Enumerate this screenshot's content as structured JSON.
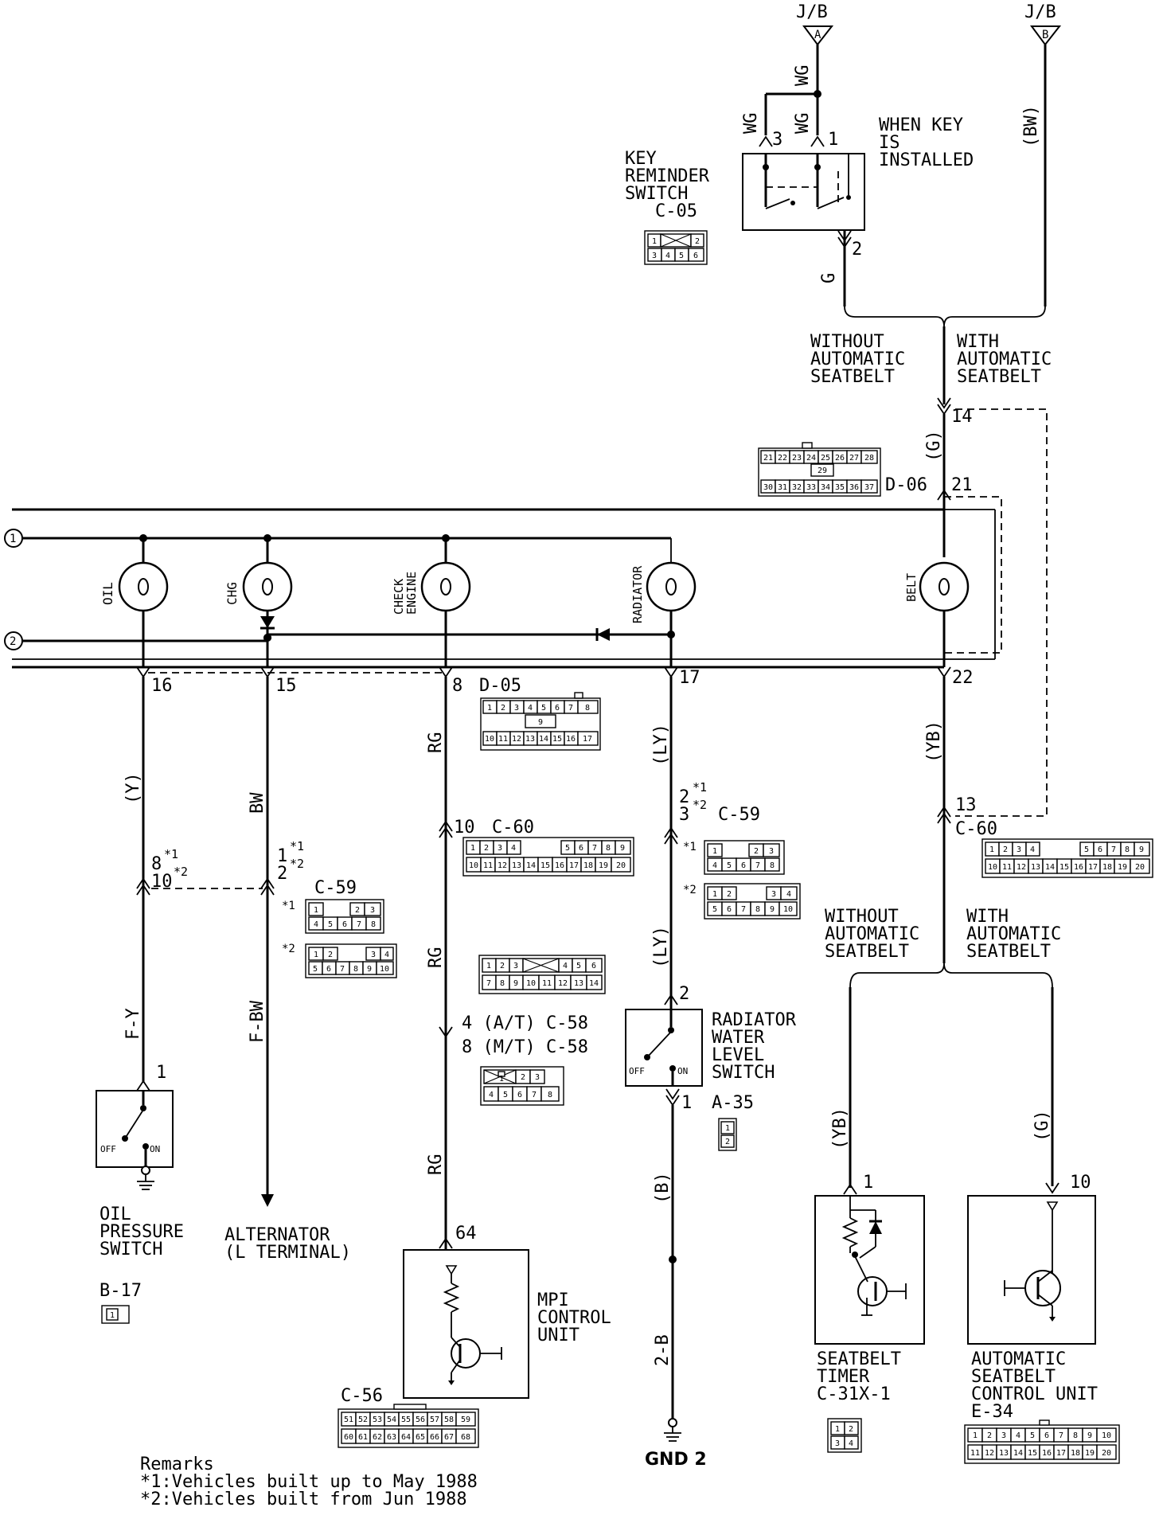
{
  "jb": {
    "label": "J/B",
    "terminal_a": "A",
    "terminal_b": "B"
  },
  "wires": {
    "wg": "WG",
    "bw_paren": "(BW)",
    "g": "G",
    "g_paren": "(G)",
    "y_paren": "(Y)",
    "bw": "BW",
    "rg": "RG",
    "ly_paren": "(LY)",
    "yb_paren": "(YB)",
    "fy": "F-Y",
    "fbw": "F-BW",
    "b_paren": "(B)",
    "two_b": "2-B"
  },
  "key_switch": {
    "title": [
      "KEY",
      "REMINDER",
      "SWITCH"
    ],
    "code": "C-05",
    "pin3": "3",
    "pin1": "1",
    "pin2": "2",
    "note": [
      "WHEN KEY",
      "IS",
      "INSTALLED"
    ],
    "connector": [
      "1",
      "2",
      "3",
      "4",
      "5",
      "6"
    ]
  },
  "branch_top": {
    "without": [
      "WITHOUT",
      "AUTOMATIC",
      "SEATBELT"
    ],
    "with": [
      "WITH",
      "AUTOMATIC",
      "SEATBELT"
    ]
  },
  "combination_meter": {
    "pin14": "14",
    "pin21": "21",
    "d06": "D-06",
    "d06_top": [
      "21",
      "22",
      "23",
      "24",
      "25",
      "26",
      "27",
      "28"
    ],
    "d06_mid": "29",
    "d06_bottom": [
      "30",
      "31",
      "32",
      "33",
      "34",
      "35",
      "36",
      "37"
    ],
    "bus1": "1",
    "bus2": "2",
    "lamps": {
      "oil": "OIL",
      "chg": "CHG",
      "check": [
        "CHECK",
        "ENGINE"
      ],
      "radiator": "RADIATOR",
      "belt": "BELT"
    },
    "pins": {
      "p16": "16",
      "p15": "15",
      "p8": "8",
      "p17": "17",
      "p22": "22"
    },
    "d05": "D-05",
    "d05_top": [
      "1",
      "2",
      "3",
      "4",
      "5",
      "6",
      "7",
      "8"
    ],
    "d05_mid": "9",
    "d05_bottom": [
      "10",
      "11",
      "12",
      "13",
      "14",
      "15",
      "16",
      "17"
    ]
  },
  "oil_circuit": {
    "pin_a": "8",
    "note_a": "*1",
    "pin_b": "10",
    "note_b": "*2",
    "switch_pin": "1",
    "title": [
      "OIL",
      "PRESSURE",
      "SWITCH"
    ],
    "code": "B-17",
    "connector": "1",
    "off": "OFF",
    "on": "ON"
  },
  "alternator": {
    "pin_a": "1",
    "note_a": "*1",
    "pin_b": "2",
    "note_b": "*2",
    "c59": "C-59",
    "star1": "*1",
    "star2": "*2",
    "title": [
      "ALTERNATOR",
      "(L TERMINAL)"
    ]
  },
  "c59_conn1": {
    "top": [
      "1",
      "2",
      "3"
    ],
    "bottom": [
      "4",
      "5",
      "6",
      "7",
      "8"
    ]
  },
  "c59_conn2": {
    "top": [
      "1",
      "2",
      "3",
      "4"
    ],
    "bottom": [
      "5",
      "6",
      "7",
      "8",
      "9",
      "10"
    ]
  },
  "check_circuit": {
    "pin10": "10",
    "c60": "C-60",
    "c60_top": [
      "1",
      "2",
      "3",
      "4",
      "5",
      "6",
      "7",
      "8",
      "9"
    ],
    "c60_bottom": [
      "10",
      "11",
      "12",
      "13",
      "14",
      "15",
      "16",
      "17",
      "18",
      "19",
      "20"
    ],
    "c58_14_top": [
      "1",
      "2",
      "3",
      "4",
      "5",
      "6"
    ],
    "c58_14_bottom": [
      "7",
      "8",
      "9",
      "10",
      "11",
      "12",
      "13",
      "14"
    ],
    "c58_line1": "4 (A/T) C-58",
    "c58_line2": "8 (M/T) C-58",
    "c58_8_top": [
      "1",
      "2",
      "3"
    ],
    "c58_8_bottom": [
      "4",
      "5",
      "6",
      "7",
      "8"
    ],
    "pin64": "64",
    "mpi_title": [
      "MPI",
      "CONTROL",
      "UNIT"
    ],
    "c56": "C-56",
    "c56_top": [
      "51",
      "52",
      "53",
      "54",
      "55",
      "56",
      "57",
      "58",
      "59"
    ],
    "c56_bottom": [
      "60",
      "61",
      "62",
      "63",
      "64",
      "65",
      "66",
      "67",
      "68"
    ]
  },
  "radiator_circuit": {
    "pin_a": "2",
    "note_a": "*1",
    "pin_b": "3",
    "note_b": "*2",
    "c59": "C-59",
    "star1": "*1",
    "star2": "*2",
    "switch_pin2": "2",
    "switch_pin1": "1",
    "title": [
      "RADIATOR",
      "WATER",
      "LEVEL",
      "SWITCH"
    ],
    "code": "A-35",
    "connector": [
      "1",
      "2"
    ],
    "off": "OFF",
    "on": "ON",
    "gnd": "GND 2"
  },
  "seatbelt_circuit": {
    "pin13": "13",
    "c60": "C-60",
    "without": [
      "WITHOUT",
      "AUTOMATIC",
      "SEATBELT"
    ],
    "with": [
      "WITH",
      "AUTOMATIC",
      "SEATBELT"
    ],
    "timer_pin": "1",
    "timer_title": [
      "SEATBELT",
      "TIMER",
      "C-31X-1"
    ],
    "timer_conn": [
      "1",
      "2",
      "3",
      "4"
    ],
    "unit_pin": "10",
    "unit_title": [
      "AUTOMATIC",
      "SEATBELT",
      "CONTROL UNIT",
      "E-34"
    ],
    "e34_top": [
      "1",
      "2",
      "3",
      "4",
      "5",
      "6",
      "7",
      "8",
      "9",
      "10"
    ],
    "e34_bottom": [
      "11",
      "12",
      "13",
      "14",
      "15",
      "16",
      "17",
      "18",
      "19",
      "20"
    ]
  },
  "remarks": {
    "title": "Remarks",
    "line1": "*1:Vehicles built up to May 1988",
    "line2": "*2:Vehicles built from Jun 1988"
  }
}
